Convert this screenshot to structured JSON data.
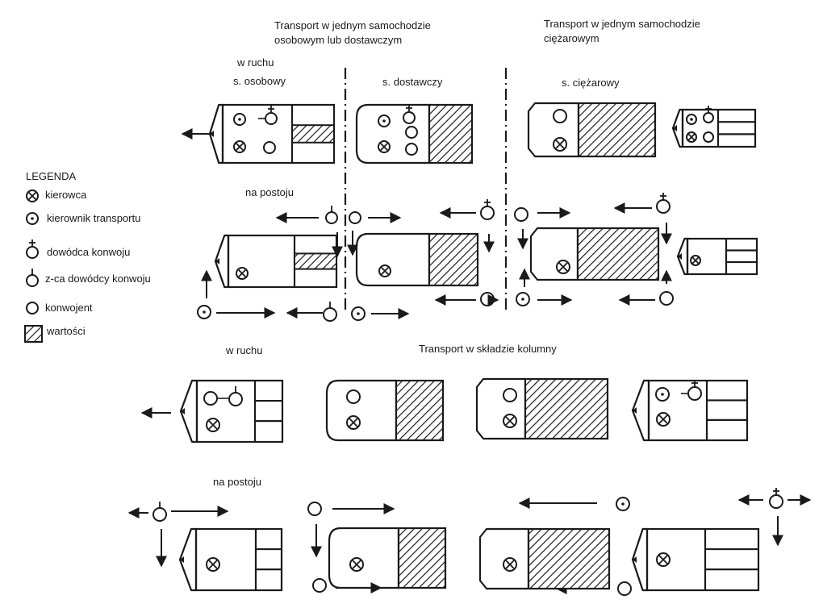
{
  "headings": {
    "car_line1": "Transport w jednym samochodzie",
    "car_line2": "osobowym lub dostawczym",
    "truck_line1": "Transport w jednym samochodzie",
    "truck_line2": "ciężarowym",
    "column": "Transport w składzie kolumny"
  },
  "labels": {
    "moving_car_1": "w ruchu",
    "moving_car_2": "s. osobowy",
    "van": "s. dostawczy",
    "truck": "s. ciężarowy",
    "parked_top": "na postoju",
    "moving_column": "w ruchu",
    "parked_column": "na postoju"
  },
  "legend": {
    "title": "LEGENDA",
    "items": [
      {
        "icon": "driver-icon",
        "label": "kierowca"
      },
      {
        "icon": "transport-manager-icon",
        "label": "kierownik transportu"
      },
      {
        "icon": "convoy-commander-icon",
        "label": "dowódca konwoju"
      },
      {
        "icon": "deputy-commander-icon",
        "label": "z-ca dowódcy konwoju"
      },
      {
        "icon": "escort-icon",
        "label": "konwojent"
      },
      {
        "icon": "valuables-icon",
        "label": "wartości"
      }
    ]
  }
}
